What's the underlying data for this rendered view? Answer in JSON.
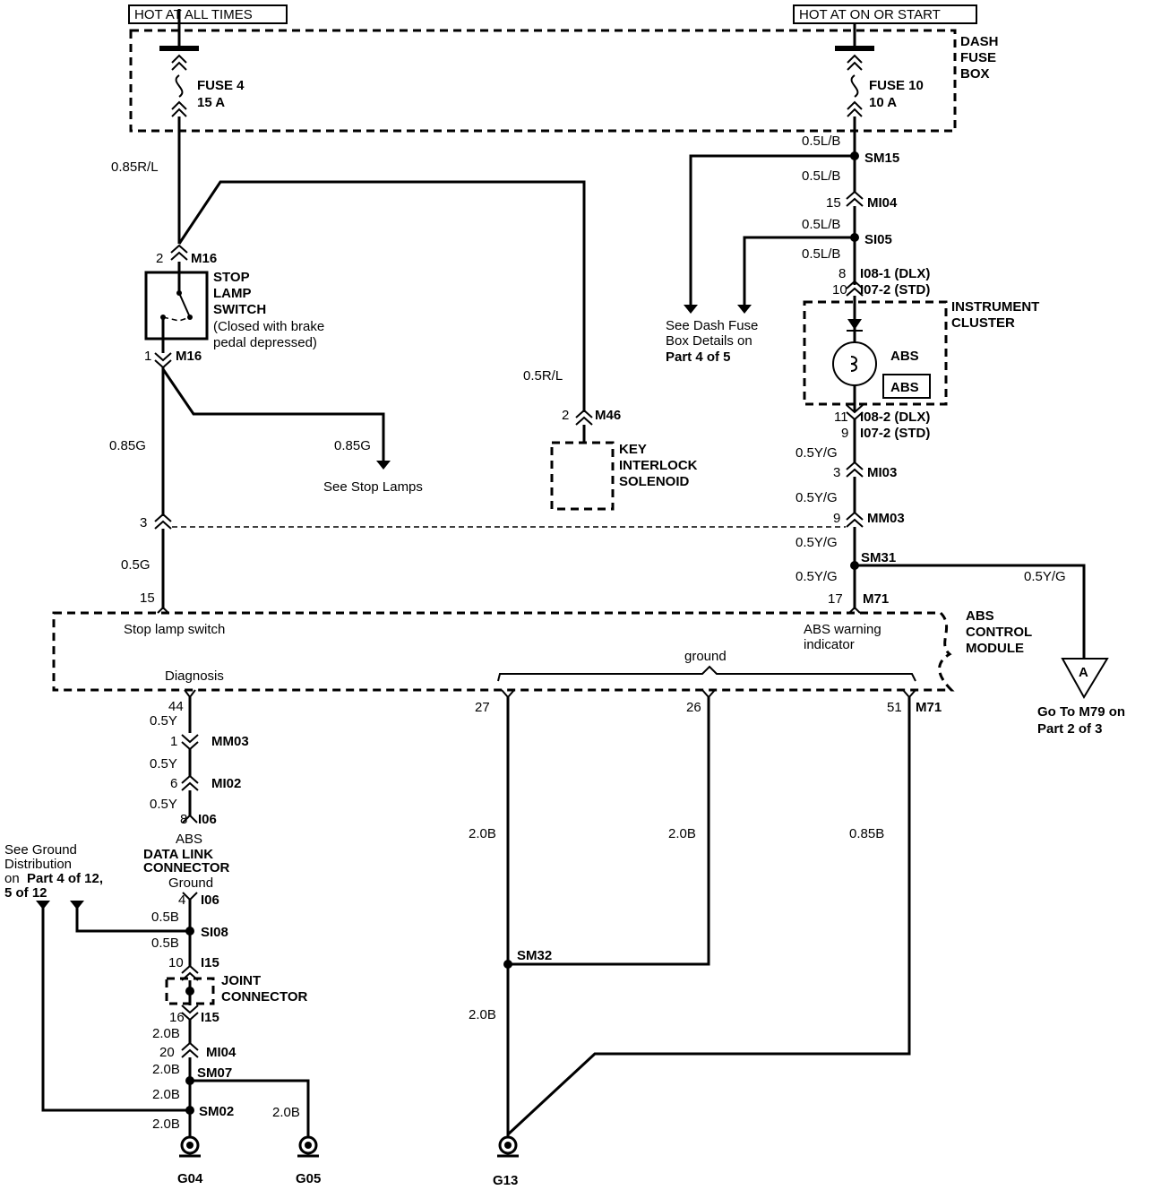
{
  "power": {
    "hot_all_times": "HOT AT ALL TIMES",
    "hot_on_start": "HOT AT ON OR START"
  },
  "dash_fuse_box": [
    "DASH",
    "FUSE",
    "BOX"
  ],
  "fuse4": {
    "name": "FUSE 4",
    "rating": "15 A"
  },
  "fuse10": {
    "name": "FUSE 10",
    "rating": "10 A"
  },
  "left": {
    "wire_085rl": "0.85R/L",
    "m16_top_pin": "2",
    "m16": "M16",
    "stop_lamp_switch": [
      "STOP",
      "LAMP",
      "SWITCH"
    ],
    "switch_note": [
      "(Closed with brake",
      "pedal depressed)"
    ],
    "m16_bot_pin": "1",
    "m16_b": "M16",
    "wire_085g_a": "0.85G",
    "wire_085g_b": "0.85G",
    "see_stop_lamps": "See Stop Lamps",
    "pin3": "3",
    "wire_05g": "0.5G",
    "pin15": "15"
  },
  "middle": {
    "wire_05rl": "0.5R/L",
    "m46_pin": "2",
    "m46": "M46",
    "key_interlock": [
      "KEY",
      "INTERLOCK",
      "SOLENOID"
    ]
  },
  "right": {
    "w1": "0.5L/B",
    "sm15": "SM15",
    "w2": "0.5L/B",
    "mi04_pin": "15",
    "mi04": "MI04",
    "w3": "0.5L/B",
    "si05": "SI05",
    "w4": "0.5L/B",
    "i08_pin": "8",
    "i08": "I08-1 (DLX)",
    "i07_pin": "10",
    "i07": "I07-2 (STD)",
    "see_dash": [
      "See Dash Fuse",
      "Box Details on"
    ],
    "see_dash_part": "Part 4 of 5",
    "cluster": [
      "INSTRUMENT",
      "CLUSTER"
    ],
    "abs_lamp": "ABS",
    "abs_box": "ABS",
    "i08b_pin": "11",
    "i08b": "I08-2 (DLX)",
    "i07b_pin": "9",
    "i07b": "I07-2 (STD)",
    "w5": "0.5Y/G",
    "mi03_pin": "3",
    "mi03": "MI03",
    "w6": "0.5Y/G",
    "mm03_pin": "9",
    "mm03": "MM03",
    "w7": "0.5Y/G",
    "sm31": "SM31",
    "w8": "0.5Y/G",
    "w9": "0.5Y/G",
    "m71_pin": "17",
    "m71": "M71"
  },
  "module": {
    "stop_lamp_switch": "Stop lamp switch",
    "abs_warning": [
      "ABS warning",
      "indicator"
    ],
    "name": [
      "ABS",
      "CONTROL",
      "MODULE"
    ],
    "diagnosis": "Diagnosis",
    "ground": "ground",
    "pin27": "27",
    "pin26": "26",
    "pin51": "51",
    "m71": "M71"
  },
  "offpage": {
    "letter": "A",
    "goto": [
      "Go To M79 on",
      "Part 2 of 3"
    ]
  },
  "bottom": {
    "pin44": "44",
    "w_05y_1": "0.5Y",
    "mm03_pin": "1",
    "mm03": "MM03",
    "w_05y_2": "0.5Y",
    "mi02_pin": "6",
    "mi02": "MI02",
    "w_05y_3": "0.5Y",
    "i06_pin": "8",
    "i06": "I06",
    "abs": "ABS",
    "dlc": [
      "DATA LINK",
      "CONNECTOR"
    ],
    "ground": "Ground",
    "i06b_pin": "4",
    "i06b": "I06",
    "w_05b_1": "0.5B",
    "si08": "SI08",
    "w_05b_2": "0.5B",
    "i15_pin": "10",
    "i15": "I15",
    "joint": [
      "JOINT",
      "CONNECTOR"
    ],
    "i15b_pin": "16",
    "i15b": "I15",
    "w_20b_1": "2.0B",
    "mi04_pin": "20",
    "mi04": "MI04",
    "w_20b_2": "2.0B",
    "sm07": "SM07",
    "w_20b_3": "2.0B",
    "w_20b_4": "2.0B",
    "sm02": "SM02",
    "w_20b_5": "2.0B",
    "g04": "G04",
    "g05": "G05",
    "g13": "G13",
    "see_ground": [
      "See Ground",
      "Distribution"
    ],
    "see_ground_on": "on",
    "see_ground_part": "Part 4 of 12,",
    "see_ground_part2": "5 of 12",
    "w_27": "2.0B",
    "w_26": "2.0B",
    "w_51": "0.85B",
    "sm32": "SM32",
    "w_sm32": "2.0B"
  }
}
